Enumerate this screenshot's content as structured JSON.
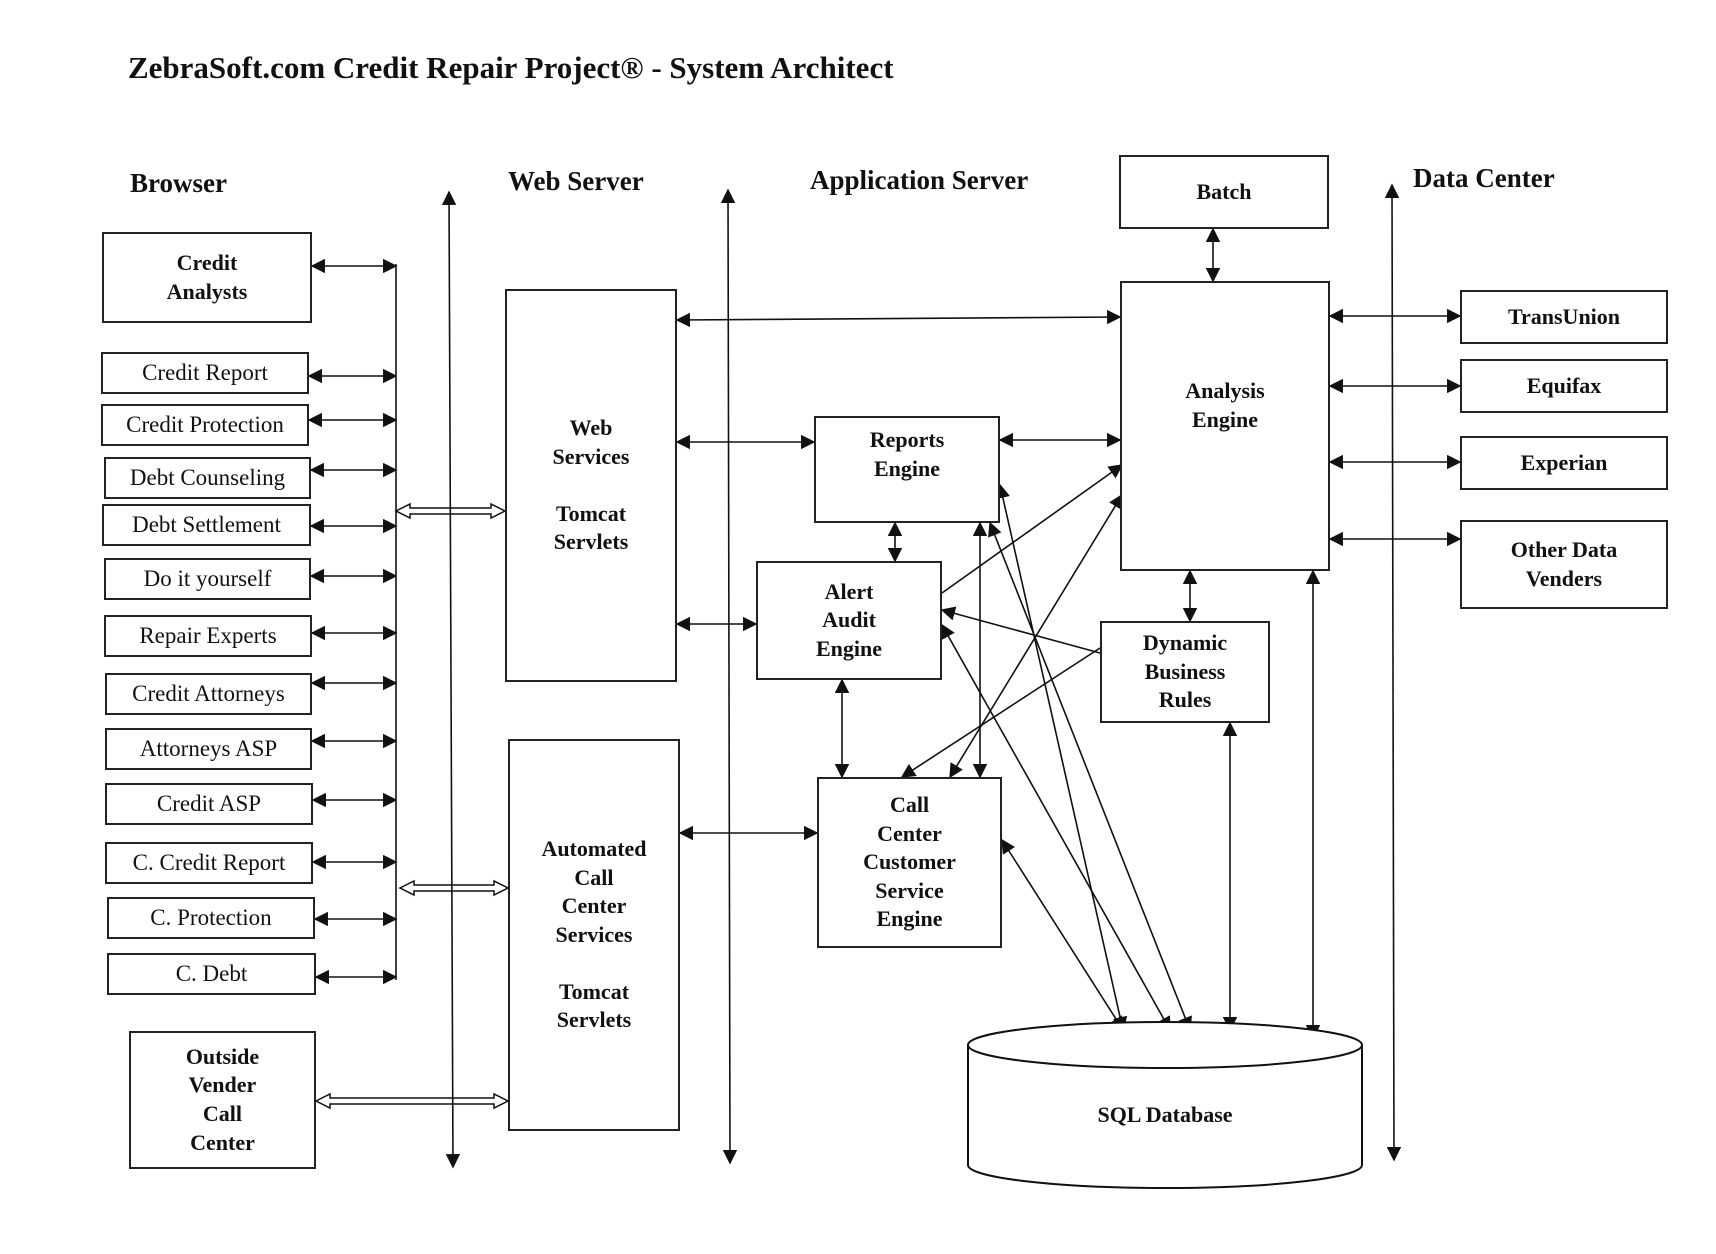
{
  "title": "ZebraSoft.com Credit Repair Project® - System Architect",
  "columns": {
    "browser": "Browser",
    "web_server": "Web Server",
    "application_server": "Application Server",
    "data_center": "Data Center"
  },
  "browser": {
    "credit_analysts": "Credit\nAnalysts",
    "items": [
      "Credit Report",
      "Credit Protection",
      "Debt Counseling",
      "Debt Settlement",
      "Do it yourself",
      "Repair Experts",
      "Credit Attorneys",
      "Attorneys ASP",
      "Credit ASP",
      "C. Credit Report",
      "C. Protection",
      "C. Debt"
    ],
    "outside_vender": "Outside\nVender\nCall\nCenter"
  },
  "web_server": {
    "web_services": "Web\nServices\n\nTomcat\nServlets",
    "automated_call": "Automated\nCall\nCenter\nServices\n\nTomcat\nServlets"
  },
  "app_server": {
    "batch": "Batch",
    "analysis_engine": "Analysis\nEngine",
    "reports_engine": "Reports\nEngine",
    "alert_audit_engine": "Alert\nAudit\nEngine",
    "dynamic_business_rules": "Dynamic\nBusiness\nRules",
    "call_center_engine": "Call\nCenter\nCustomer\nService\nEngine",
    "sql_database": "SQL Database"
  },
  "data_center": {
    "items": [
      "TransUnion",
      "Equifax",
      "Experian",
      "Other Data\nVenders"
    ]
  }
}
